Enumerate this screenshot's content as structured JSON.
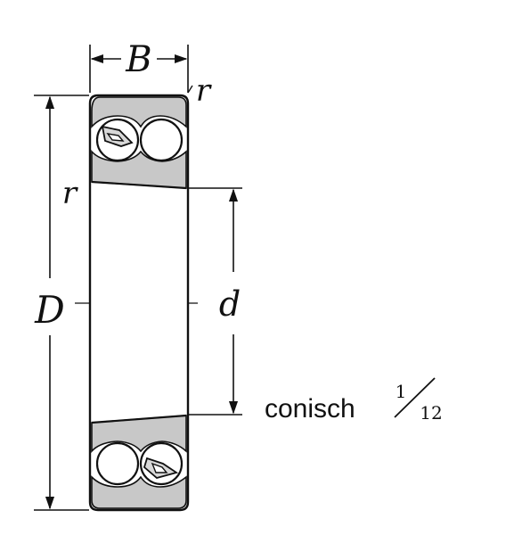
{
  "labels": {
    "width": "B",
    "radius_top": "r",
    "radius_side": "r",
    "outer_diameter": "D",
    "bore_diameter": "d"
  },
  "taper_note": {
    "text": "conisch",
    "numerator": "1",
    "denominator": "12"
  },
  "colors": {
    "ink": "#111111",
    "shade": "#c8c8c8",
    "background": "#ffffff"
  }
}
